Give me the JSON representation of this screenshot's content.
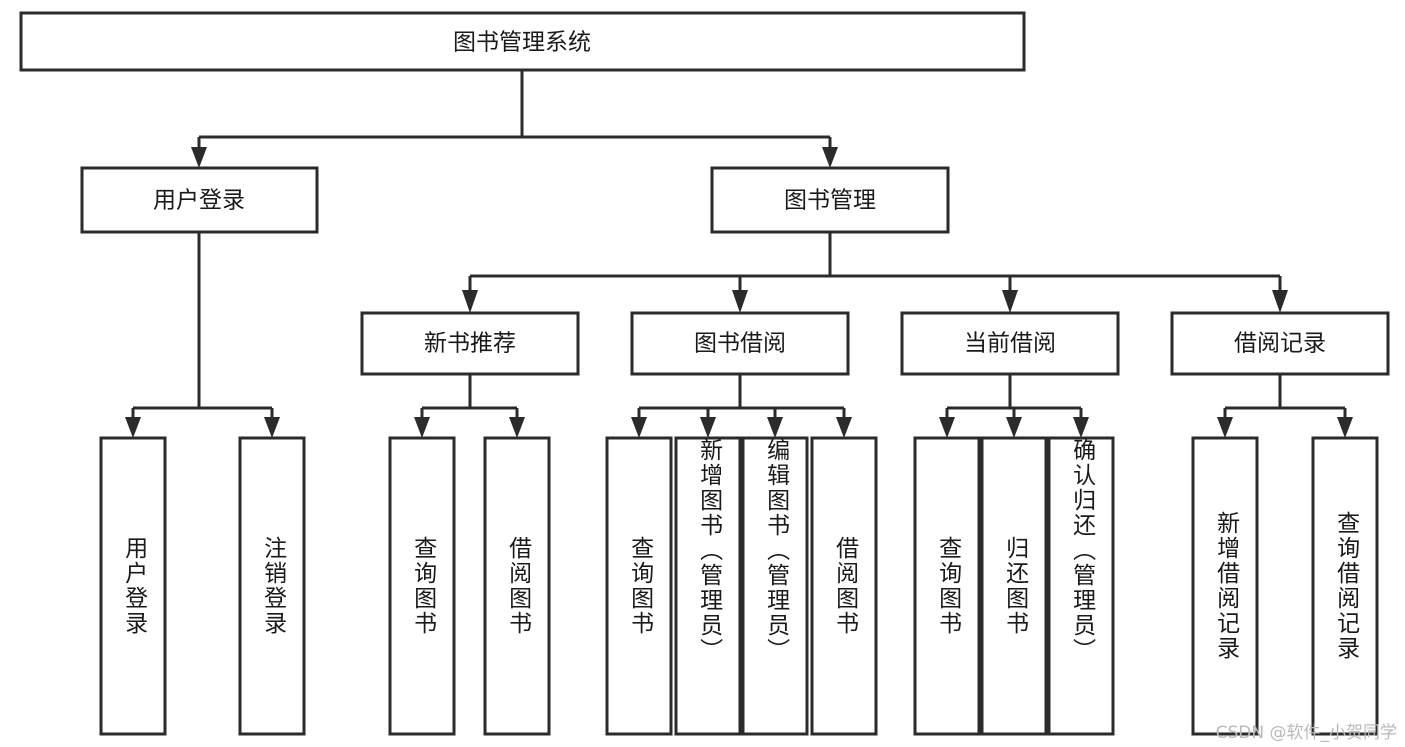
{
  "diagram": {
    "type": "tree",
    "title": "图书管理系统",
    "watermark": "CSDN @软件_小贺同学",
    "colors": {
      "stroke": "#2b2b2b",
      "fill": "#ffffff",
      "text": "#1a1a1a",
      "background": "#ffffff",
      "watermark": "#b9b9b9"
    },
    "root": {
      "id": "root",
      "label": "图书管理系统"
    },
    "level2": [
      {
        "id": "user-login",
        "label": "用户登录"
      },
      {
        "id": "book-management",
        "label": "图书管理"
      }
    ],
    "level3": [
      {
        "id": "new-book-recommend",
        "label": "新书推荐",
        "parent": "book-management"
      },
      {
        "id": "book-borrow",
        "label": "图书借阅",
        "parent": "book-management"
      },
      {
        "id": "current-borrow",
        "label": "当前借阅",
        "parent": "book-management"
      },
      {
        "id": "borrow-record",
        "label": "借阅记录",
        "parent": "book-management"
      }
    ],
    "leaves": [
      {
        "id": "leaf-user-login",
        "label": "用户登录",
        "parent": "user-login"
      },
      {
        "id": "leaf-logout",
        "label": "注销登录",
        "parent": "user-login"
      },
      {
        "id": "leaf-query-book-1",
        "label": "查询图书",
        "parent": "new-book-recommend"
      },
      {
        "id": "leaf-borrow-book-1",
        "label": "借阅图书",
        "parent": "new-book-recommend"
      },
      {
        "id": "leaf-query-book-2",
        "label": "查询图书",
        "parent": "book-borrow"
      },
      {
        "id": "leaf-add-book",
        "label": "新增图书（管理员）",
        "parent": "book-borrow"
      },
      {
        "id": "leaf-edit-book",
        "label": "编辑图书（管理员）",
        "parent": "book-borrow"
      },
      {
        "id": "leaf-borrow-book-2",
        "label": "借阅图书",
        "parent": "book-borrow"
      },
      {
        "id": "leaf-query-book-3",
        "label": "查询图书",
        "parent": "current-borrow"
      },
      {
        "id": "leaf-return-book",
        "label": "归还图书",
        "parent": "current-borrow"
      },
      {
        "id": "leaf-confirm-return",
        "label": "确认归还（管理员）",
        "parent": "current-borrow"
      },
      {
        "id": "leaf-add-record",
        "label": "新增借阅记录",
        "parent": "borrow-record"
      },
      {
        "id": "leaf-query-record",
        "label": "查询借阅记录",
        "parent": "borrow-record"
      }
    ]
  }
}
